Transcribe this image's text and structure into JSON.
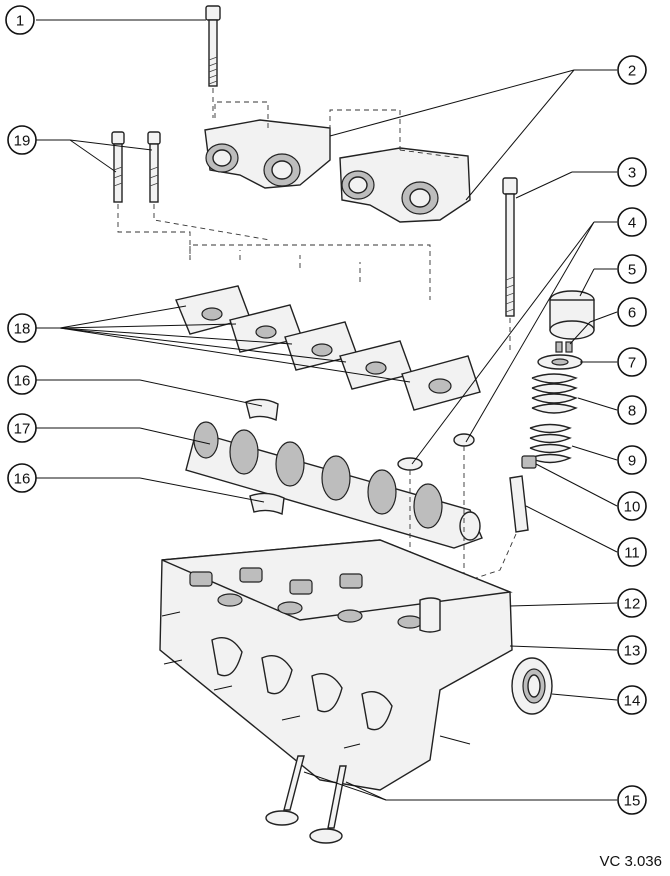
{
  "callouts": [
    "1",
    "2",
    "3",
    "4",
    "5",
    "6",
    "7",
    "8",
    "9",
    "10",
    "11",
    "12",
    "13",
    "14",
    "15",
    "16",
    "16",
    "17",
    "18",
    "19"
  ],
  "reference_code": "VC 3.036"
}
